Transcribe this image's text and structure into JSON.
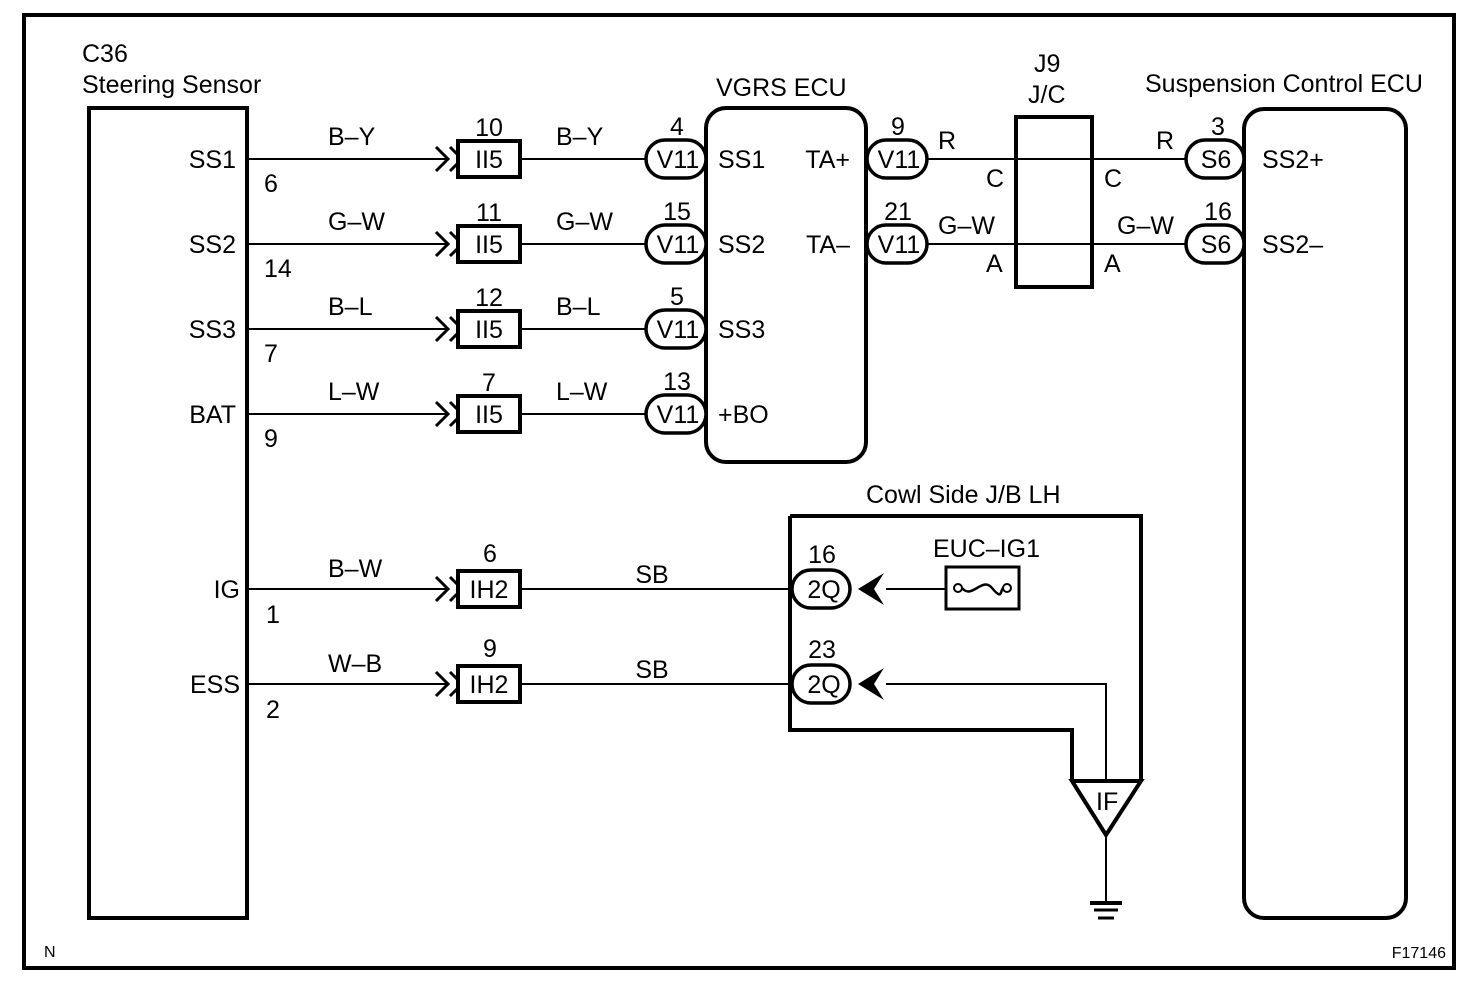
{
  "diagram": {
    "corner_left": "N",
    "figure_id": "F17146",
    "components": {
      "steering_sensor": {
        "code": "C36",
        "name": "Steering Sensor"
      },
      "vgrs_ecu": {
        "name": "VGRS ECU"
      },
      "jc": {
        "code": "J9",
        "name": "J/C"
      },
      "suspension_ecu": {
        "name": "Suspension Control ECU"
      },
      "cowl_jb": {
        "name": "Cowl Side J/B LH"
      },
      "fuse": {
        "name": "EUC–IG1"
      },
      "ground": {
        "name": "IF"
      }
    },
    "sensor_rows": [
      {
        "terminal": "SS1",
        "pin": "6",
        "wire1": "B–Y",
        "conn_pin": "10",
        "conn": "II5",
        "wire2": "B–Y",
        "ecu_pin": "4",
        "ecu_conn": "V11",
        "ecu_terminal": "SS1"
      },
      {
        "terminal": "SS2",
        "pin": "14",
        "wire1": "G–W",
        "conn_pin": "11",
        "conn": "II5",
        "wire2": "G–W",
        "ecu_pin": "15",
        "ecu_conn": "V11",
        "ecu_terminal": "SS2"
      },
      {
        "terminal": "SS3",
        "pin": "7",
        "wire1": "B–L",
        "conn_pin": "12",
        "conn": "II5",
        "wire2": "B–L",
        "ecu_pin": "5",
        "ecu_conn": "V11",
        "ecu_terminal": "SS3"
      },
      {
        "terminal": "BAT",
        "pin": "9",
        "wire1": "L–W",
        "conn_pin": "7",
        "conn": "II5",
        "wire2": "L–W",
        "ecu_pin": "13",
        "ecu_conn": "V11",
        "ecu_terminal": "+BO"
      }
    ],
    "ecu_outputs": [
      {
        "terminal": "TA+",
        "pin": "9",
        "conn": "V11",
        "wire_left": "R",
        "jc_left": "C",
        "jc_right": "C",
        "wire_right": "R",
        "susp_pin": "3",
        "susp_conn": "S6",
        "susp_terminal": "SS2+"
      },
      {
        "terminal": "TA–",
        "pin": "21",
        "conn": "V11",
        "wire_left": "G–W",
        "jc_left": "A",
        "jc_right": "A",
        "wire_right": "G–W",
        "susp_pin": "16",
        "susp_conn": "S6",
        "susp_terminal": "SS2–"
      }
    ],
    "power_rows": [
      {
        "terminal": "IG",
        "pin": "1",
        "wire1": "B–W",
        "conn_pin": "6",
        "conn": "IH2",
        "wire2": "SB",
        "jb_pin": "16",
        "jb_conn": "2Q"
      },
      {
        "terminal": "ESS",
        "pin": "2",
        "wire1": "W–B",
        "conn_pin": "9",
        "conn": "IH2",
        "wire2": "SB",
        "jb_pin": "23",
        "jb_conn": "2Q"
      }
    ]
  }
}
